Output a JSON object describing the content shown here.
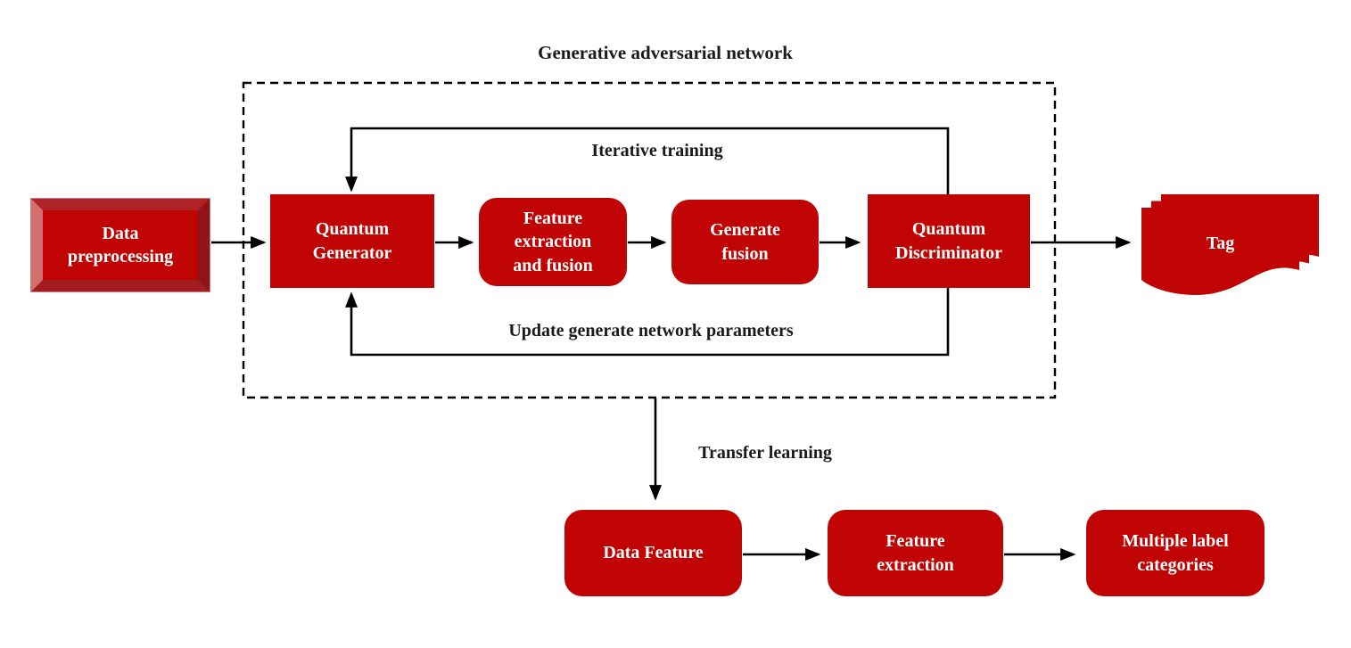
{
  "diagram": {
    "title": "Generative adversarial network",
    "annotations": {
      "iterative_training": "Iterative training",
      "update_params": "Update generate network parameters",
      "transfer_learning": "Transfer learning"
    },
    "nodes": {
      "data_preprocessing": "Data\npreprocessing",
      "quantum_generator": "Quantum\nGenerator",
      "feature_extraction_fusion": "Feature\nextraction\nand fusion",
      "generate_fusion": "Generate\nfusion",
      "quantum_discriminator": "Quantum\nDiscriminator",
      "tag": "Tag",
      "data_feature": "Data Feature",
      "feature_extraction": "Feature\nextraction",
      "multiple_label_categories": "Multiple label\ncategories"
    }
  },
  "colors": {
    "box_red": "#C00404",
    "bevel_top": "#AF2326",
    "bevel_right": "#8F1418",
    "bevel_bottom": "#A31D20",
    "bevel_left": "#D26F6F",
    "line_black": "#000000",
    "text_on_red": "#FFFFFF",
    "text_black": "#1A1A1A",
    "background": "#FFFFFF"
  }
}
